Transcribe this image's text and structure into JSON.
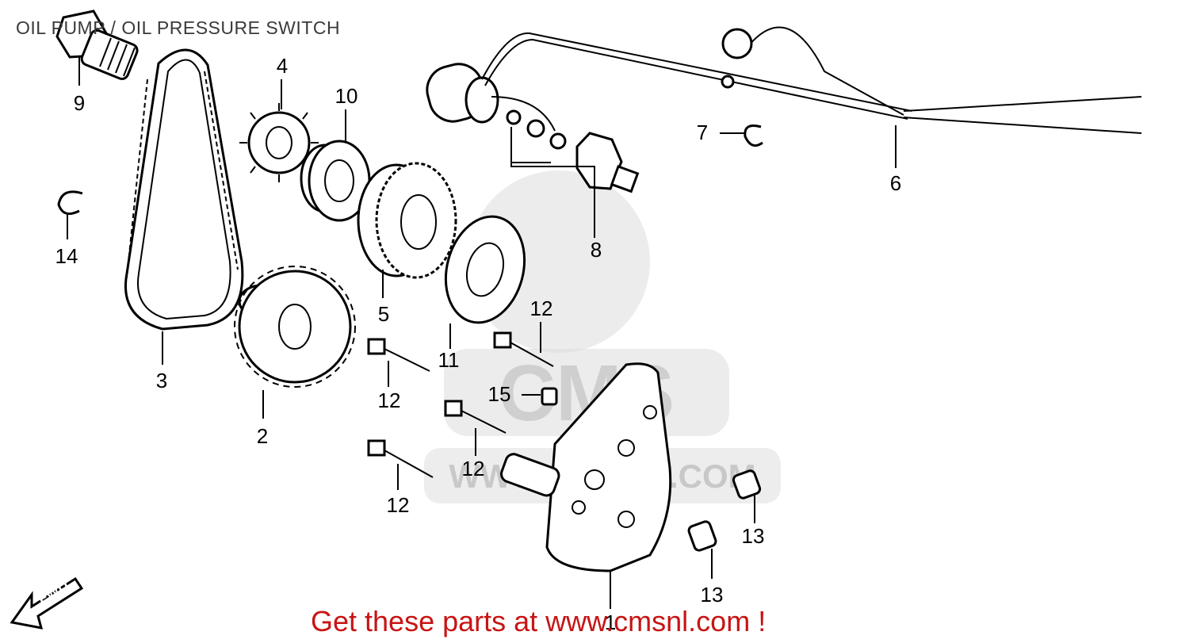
{
  "title": "OIL PUMP / OIL PRESSURE SWITCH",
  "watermark": {
    "brand": "CMS",
    "url": "WWW.CMSNL.COM"
  },
  "fwd_label": "FWD",
  "footer": "Get these parts at www.cmsnl.com !",
  "colors": {
    "footer": "#c81414",
    "watermark": "#dcdcdc"
  },
  "callouts": {
    "p1": "1",
    "p2": "2",
    "p3": "3",
    "p4": "4",
    "p5": "5",
    "p6": "6",
    "p7": "7",
    "p8": "8",
    "p9": "9",
    "p10": "10",
    "p11": "11",
    "p12a": "12",
    "p12b": "12",
    "p12c": "12",
    "p12d": "12",
    "p13a": "13",
    "p13b": "13",
    "p14": "14",
    "p15": "15"
  }
}
